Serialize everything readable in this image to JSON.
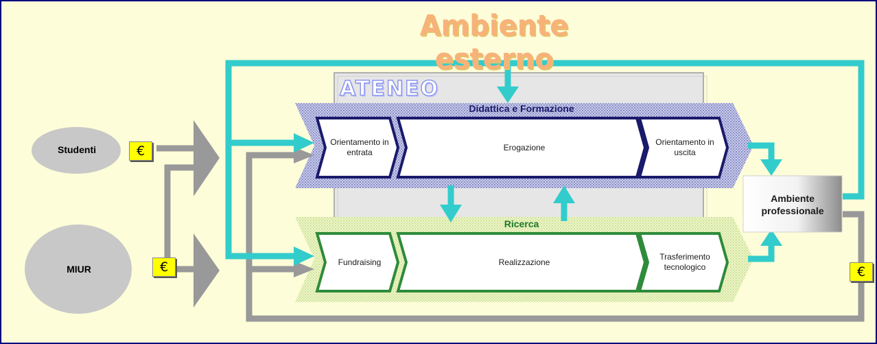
{
  "diagram": {
    "external_title": "Ambiente esterno",
    "university_title": "ATENEO",
    "teaching_band": {
      "title": "Didattica e Formazione",
      "steps": [
        "Orientamento in entrata",
        "Erogazione",
        "Orientamento in uscita"
      ]
    },
    "research_band": {
      "title": "Ricerca",
      "steps": [
        "Fundraising",
        "Realizzazione",
        "Trasferimento tecnologico"
      ]
    },
    "sources": {
      "students": "Studenti",
      "ministry": "MIUR"
    },
    "professional_environment": "Ambiente professionale",
    "currency_symbol": "€"
  },
  "colors": {
    "background": "#fdfdd9",
    "flow_arrows": "#33cccc",
    "funding_arrows": "#999999",
    "teaching_border": "#1a1a6b",
    "research_border": "#2e8b3a",
    "source_ellipse": "#c8c8c8",
    "currency_badge": "#ffff00"
  }
}
